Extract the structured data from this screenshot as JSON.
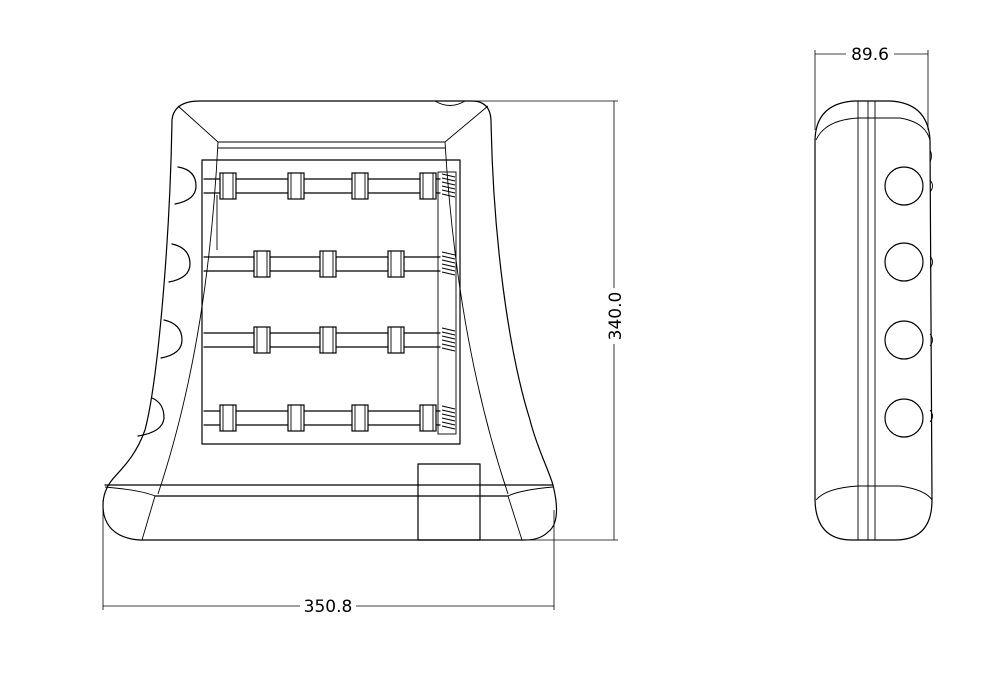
{
  "drawing": {
    "front_view": {
      "rows": 4,
      "width_label": "350.8",
      "height_label": "340.0"
    },
    "side_view": {
      "depth_label": "89.6",
      "button_count": 4
    },
    "line_color": "#000000",
    "background_color": "#ffffff"
  }
}
